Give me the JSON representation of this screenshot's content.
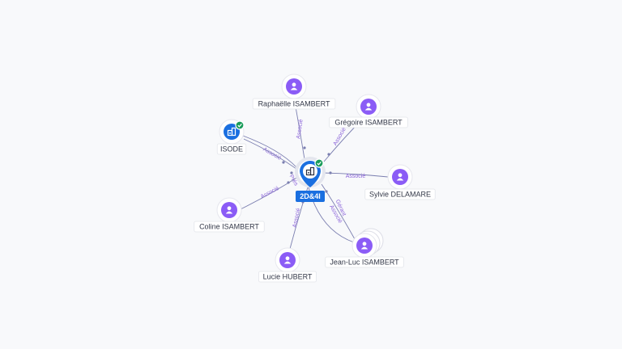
{
  "center": {
    "label": "2D&4I",
    "icon": "building-icon",
    "verified": true,
    "color": "#1a6fe0"
  },
  "nodes": [
    {
      "id": "raphaelle",
      "label": "Raphaëlle ISAMBERT",
      "kind": "person",
      "icon": "person-icon"
    },
    {
      "id": "gregoire",
      "label": "Grégoire ISAMBERT",
      "kind": "person",
      "icon": "person-icon"
    },
    {
      "id": "isode",
      "label": "ISODE",
      "kind": "company",
      "icon": "building-icon",
      "verified": true
    },
    {
      "id": "sylvie",
      "label": "Sylvie DELAMARE",
      "kind": "person",
      "icon": "person-icon"
    },
    {
      "id": "coline",
      "label": "Coline ISAMBERT",
      "kind": "person",
      "icon": "person-icon"
    },
    {
      "id": "jeanluc",
      "label": "Jean-Luc ISAMBERT",
      "kind": "person",
      "icon": "person-icon",
      "stacked": true
    },
    {
      "id": "lucie",
      "label": "Lucie HUBERT",
      "kind": "person",
      "icon": "person-icon"
    }
  ],
  "edges": [
    {
      "from": "raphaelle",
      "to": "center",
      "label": "Associé"
    },
    {
      "from": "gregoire",
      "to": "center",
      "label": "Associé"
    },
    {
      "from": "isode",
      "to": "center",
      "label": "Associé"
    },
    {
      "from": "center",
      "to": "isode",
      "label": "Prés"
    },
    {
      "from": "sylvie",
      "to": "center",
      "label": "Associé"
    },
    {
      "from": "coline",
      "to": "center",
      "label": "Associé"
    },
    {
      "from": "jeanluc",
      "to": "center",
      "label": "Gérant"
    },
    {
      "from": "jeanluc",
      "to": "center",
      "label": "Associé"
    },
    {
      "from": "lucie",
      "to": "center",
      "label": "Associé"
    }
  ],
  "colors": {
    "person": "#8b5cf6",
    "company": "#1a6fe0",
    "verified": "#1a9c5a",
    "edge": "#7b7fb0",
    "edge_label": "#8a62d9"
  }
}
